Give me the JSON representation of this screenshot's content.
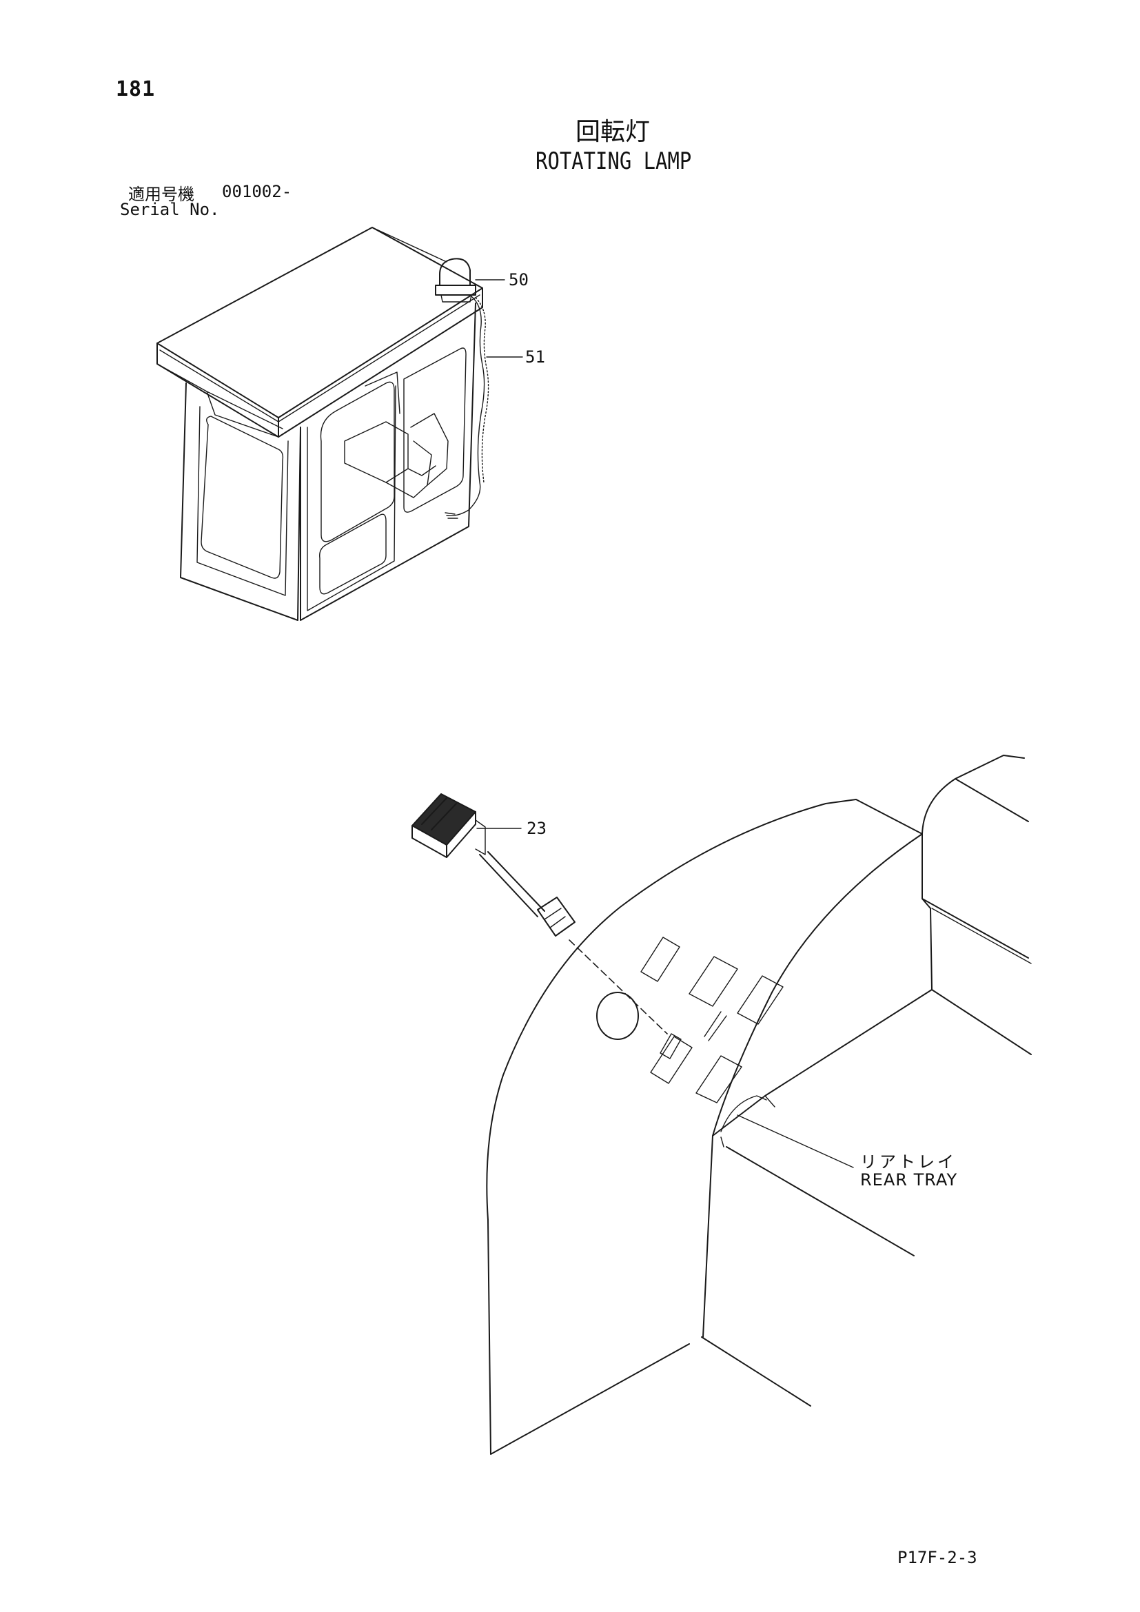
{
  "page_number": "181",
  "title": {
    "japanese": "回転灯",
    "english": "ROTATING LAMP"
  },
  "serial": {
    "label_jp": "適用号機",
    "value": "001002-",
    "label_en": "Serial No."
  },
  "callouts": [
    {
      "id": "50"
    },
    {
      "id": "51"
    },
    {
      "id": "23"
    }
  ],
  "rear_tray": {
    "label_jp": "リアトレイ",
    "label_en": "REAR TRAY"
  },
  "page_code": "P17F-2-3"
}
